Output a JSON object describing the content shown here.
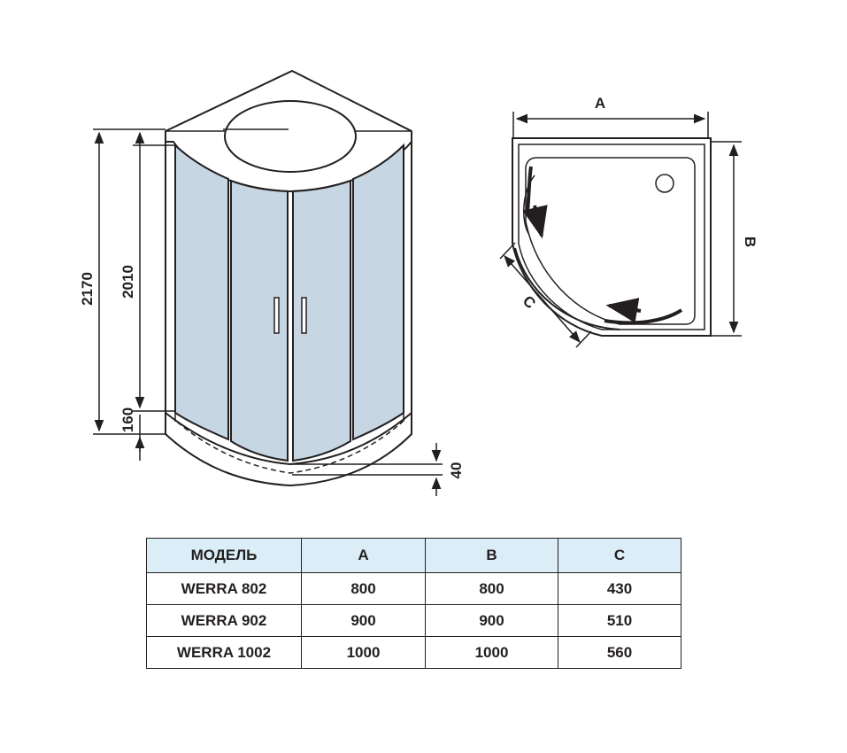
{
  "colors": {
    "line": "#231f20",
    "glass": "#c7d6e3",
    "header_fill": "#dbeef8",
    "arrow": "#231f20"
  },
  "front_view": {
    "dim_total": "2170",
    "dim_glass": "2010",
    "dim_base": "160",
    "dim_tray": "40"
  },
  "plan_view": {
    "dim_a": "A",
    "dim_b": "B",
    "dim_c": "C"
  },
  "table": {
    "headers": [
      "МОДЕЛЬ",
      "A",
      "B",
      "C"
    ],
    "rows": [
      [
        "WERRA 802",
        "800",
        "800",
        "430"
      ],
      [
        "WERRA 902",
        "900",
        "900",
        "510"
      ],
      [
        "WERRA 1002",
        "1000",
        "1000",
        "560"
      ]
    ]
  }
}
